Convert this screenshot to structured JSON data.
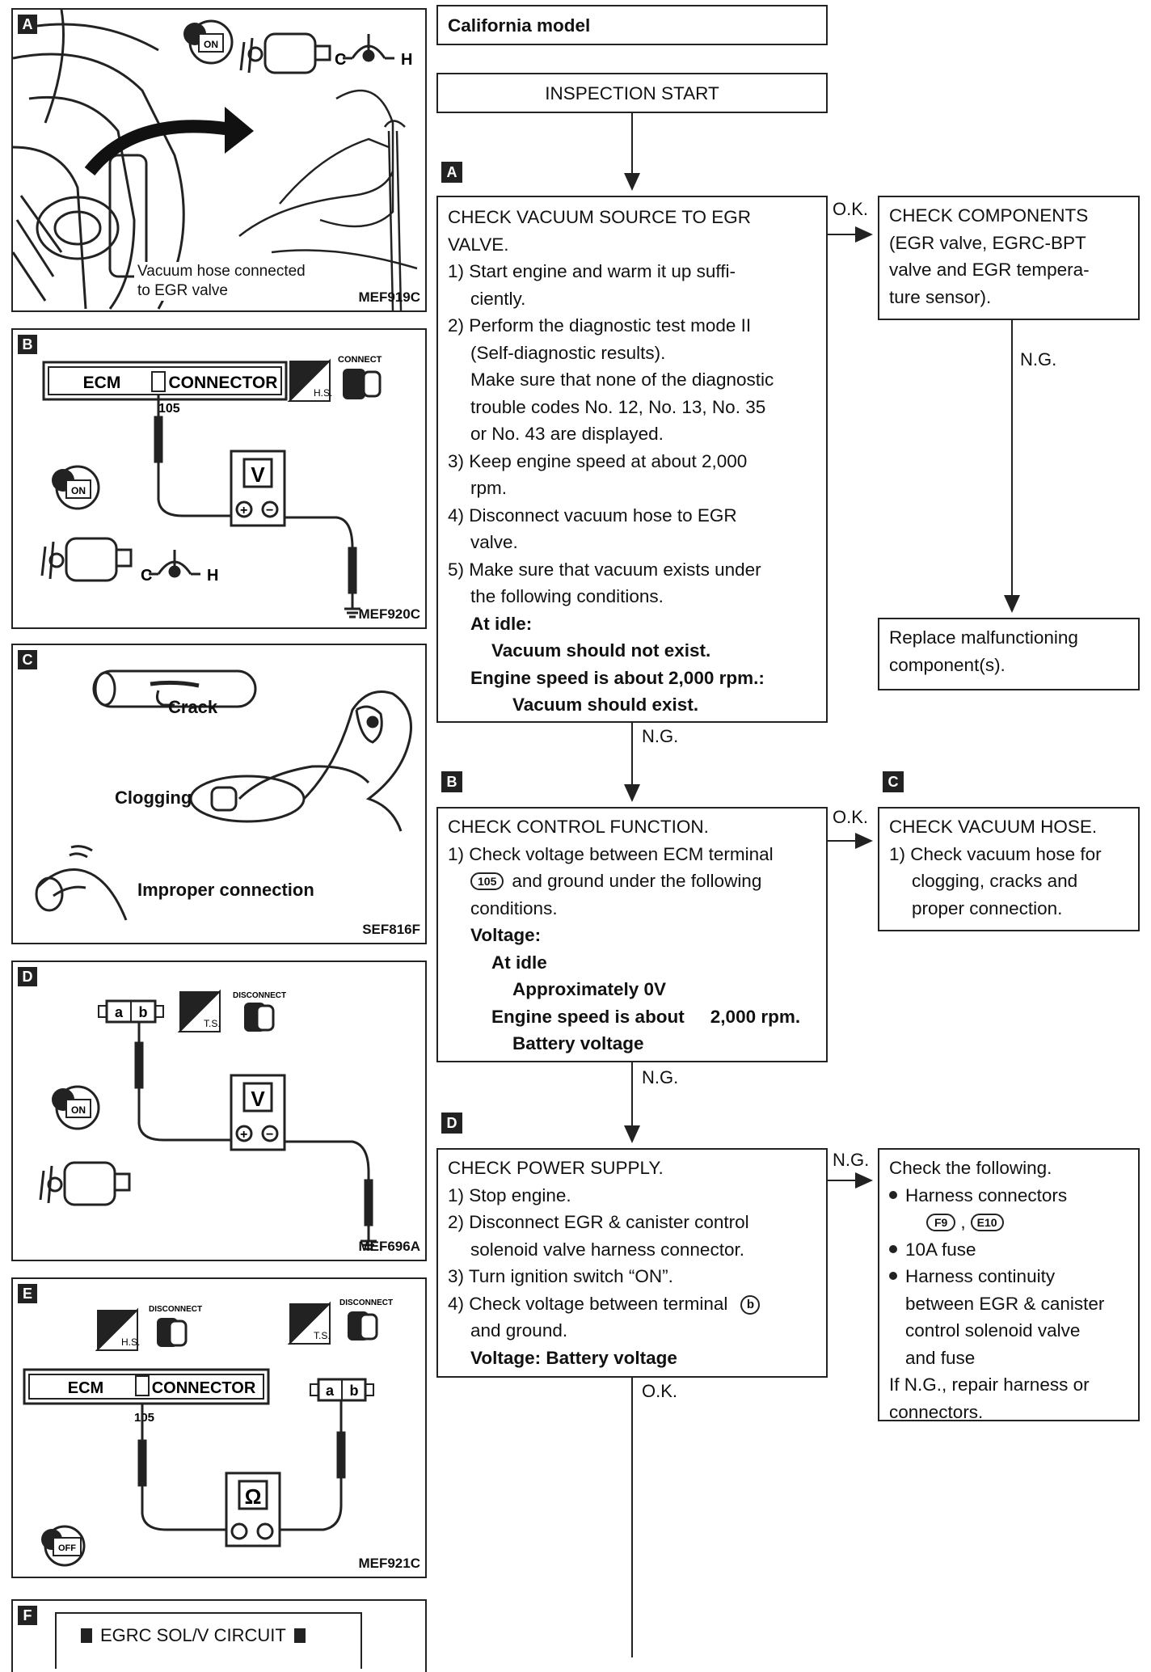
{
  "title": "California model",
  "start": "INSPECTION START",
  "labels": {
    "ok": "O.K.",
    "ng": "N.G."
  },
  "panels": {
    "A": {
      "tag": "A",
      "code": "MEF919C",
      "caption": [
        "Vacuum hose connected",
        "to EGR valve"
      ],
      "on": "ON",
      "c": "C",
      "h": "H"
    },
    "B": {
      "tag": "B",
      "code": "MEF920C",
      "ecm": "ECM",
      "connector": "CONNECTOR",
      "term": "105",
      "action": "CONNECT",
      "hs": "H.S.",
      "meter": "V",
      "on": "ON",
      "c": "C",
      "h": "H"
    },
    "C": {
      "tag": "C",
      "code": "SEF816F",
      "crack": "Crack",
      "clogging": "Clogging",
      "improper": "Improper connection"
    },
    "D": {
      "tag": "D",
      "code": "MEF696A",
      "action": "DISCONNECT",
      "ts": "T.S.",
      "a": "a",
      "b": "b",
      "meter": "V",
      "on": "ON"
    },
    "E": {
      "tag": "E",
      "code": "MEF921C",
      "action1": "DISCONNECT",
      "action2": "DISCONNECT",
      "hs": "H.S.",
      "ts": "T.S.",
      "ecm": "ECM",
      "connector": "CONNECTOR",
      "term": "105",
      "a": "a",
      "b": "b",
      "meter": "Ω",
      "off": "OFF"
    },
    "F": {
      "tag": "F",
      "title": "EGRC SOL/V CIRCUIT"
    }
  },
  "steps": {
    "A": {
      "tag": "A",
      "lines": [
        "CHECK VACUUM SOURCE TO EGR",
        "VALVE.",
        "1) Start engine and warm it up suffi-",
        "ciently.",
        "2) Perform the diagnostic test mode II",
        "(Self-diagnostic results).",
        "Make sure that none of the diagnostic",
        "trouble codes No. 12, No. 13, No. 35",
        "or No. 43 are displayed.",
        "3) Keep engine speed at about 2,000",
        "rpm.",
        "4) Disconnect vacuum hose to EGR",
        "valve.",
        "5) Make sure that vacuum exists under",
        "the following conditions.",
        "At idle:",
        "Vacuum should not exist.",
        "Engine speed is about 2,000 rpm.:",
        "Vacuum should exist."
      ]
    },
    "B": {
      "tag": "B",
      "lines": [
        "CHECK CONTROL FUNCTION.",
        "1) Check voltage between ECM terminal",
        "105",
        "and ground under the following",
        "conditions.",
        "Voltage:",
        "At idle",
        "Approximately 0V",
        "Engine speed is about",
        "2,000 rpm.",
        "Battery voltage"
      ]
    },
    "D": {
      "tag": "D",
      "lines": [
        "CHECK POWER SUPPLY.",
        "1) Stop engine.",
        "2) Disconnect EGR & canister control",
        "solenoid valve harness connector.",
        "3) Turn ignition switch “ON”.",
        "4) Check voltage between terminal",
        "b",
        "and ground.",
        "Voltage: Battery voltage"
      ]
    }
  },
  "side": {
    "components": [
      "CHECK COMPONENTS",
      "(EGR valve, EGRC-BPT",
      "valve and EGR tempera-",
      "ture sensor)."
    ],
    "replace": [
      "Replace malfunctioning",
      "component(s)."
    ],
    "vacuum_tag": "C",
    "vacuum": [
      "CHECK VACUUM HOSE.",
      "1) Check vacuum hose for",
      "clogging, cracks and",
      "proper connection."
    ],
    "check": [
      "Check the following.",
      "Harness connectors",
      "F9",
      "E10",
      "10A fuse",
      "Harness continuity",
      "between EGR & canister",
      "control solenoid valve",
      "and fuse",
      "If N.G., repair harness or",
      "connectors."
    ]
  }
}
